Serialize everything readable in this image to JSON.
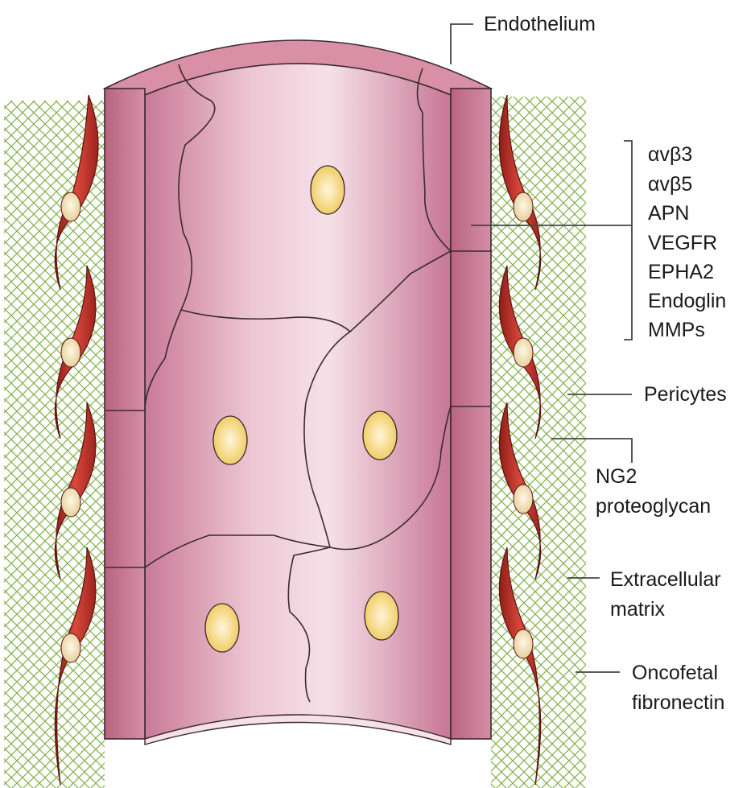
{
  "labels": {
    "endothelium": "Endothelium",
    "markers": [
      "αvβ3",
      "αvβ5",
      "APN",
      "VEGFR",
      "EPHA2",
      "Endoglin",
      "MMPs"
    ],
    "pericytes": "Pericytes",
    "ng2_line1": "NG2",
    "ng2_line2": "proteoglycan",
    "ecm_line1": "Extracellular",
    "ecm_line2": "matrix",
    "fibronectin_line1": "Oncofetal",
    "fibronectin_line2": "fibronectin"
  },
  "colors": {
    "vessel_light": "#f1d3dc",
    "vessel_mid": "#d98fa6",
    "vessel_dark": "#b56582",
    "pericyte": "#c0312b",
    "nucleus": "#f3dfa8",
    "matrix": "#7fb14a"
  }
}
